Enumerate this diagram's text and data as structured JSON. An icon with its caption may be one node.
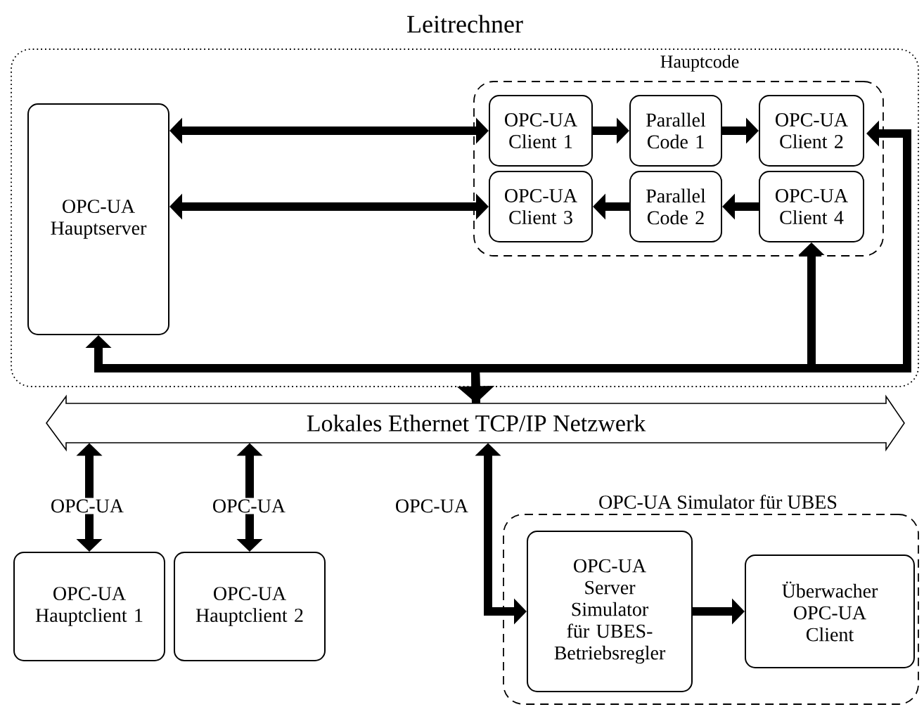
{
  "diagram": {
    "nodes": [
      {
        "text": [
          "Leitrechner"
        ]
      },
      {
        "text": [
          "Hauptcode"
        ],
        "in": 0
      },
      {
        "text": [
          "OPC-UA Hauptserver"
        ],
        "in": 0
      },
      {
        "text": [
          "OPC-UA Client 1"
        ],
        "in": 1
      },
      {
        "text": [
          "Parallel Code 1"
        ],
        "in": 1
      },
      {
        "text": [
          "OPC-UA Client 2"
        ],
        "in": 1
      },
      {
        "text": [
          "OPC-UA Client 3"
        ],
        "in": 1
      },
      {
        "text": [
          "Parallel Code 2"
        ],
        "in": 1
      },
      {
        "text": [
          "OPC-UA Client 4"
        ],
        "in": 1
      },
      {
        "text": [
          "Lokales Ethernet TCP/IP Netzwerk"
        ]
      },
      {
        "text": [
          "OPC-UA Hauptclient 1"
        ]
      },
      {
        "text": [
          "OPC-UA Hauptclient 2"
        ]
      },
      {
        "text": [
          "OPC-UA Simulator für UBES"
        ]
      },
      {
        "text": [
          "OPC-UA Server Simulator für UBES-Betriebsregler"
        ],
        "in": 12
      },
      {
        "text": [
          "Überwacher OPC-UA Client"
        ],
        "in": 12
      }
    ],
    "edges": [
      {
        "from": 2,
        "to": 3,
        "arrow": "both"
      },
      {
        "from": 2,
        "to": 6,
        "arrow": "both"
      },
      {
        "from": 3,
        "to": 4,
        "arrow": "to"
      },
      {
        "from": 4,
        "to": 5,
        "arrow": "to"
      },
      {
        "from": 8,
        "to": 7,
        "arrow": "to"
      },
      {
        "from": 7,
        "to": 6,
        "arrow": "to"
      },
      {
        "from": 9,
        "to": 2,
        "arrow": "both"
      },
      {
        "from": 9,
        "to": 8,
        "arrow": "to"
      },
      {
        "from": 9,
        "to": 5,
        "arrow": "to"
      },
      {
        "from": 10,
        "to": 9,
        "arrow": "both",
        "label": "OPC-UA"
      },
      {
        "from": 11,
        "to": 9,
        "arrow": "both",
        "label": "OPC-UA"
      },
      {
        "from": 9,
        "to": 13,
        "arrow": "both",
        "label": "OPC-UA"
      },
      {
        "from": 13,
        "to": 14,
        "arrow": "to"
      }
    ]
  }
}
